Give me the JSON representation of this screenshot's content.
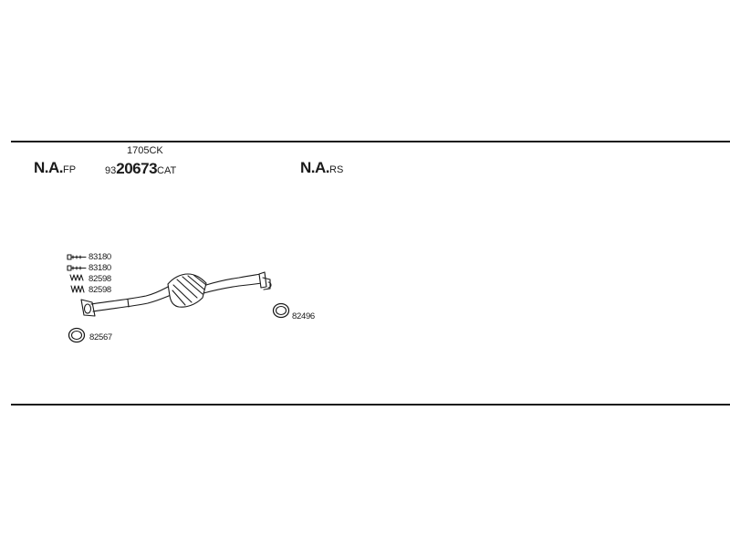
{
  "sections": {
    "front_label_main": "N.A.",
    "front_label_suffix": "FP",
    "rear_label_main": "N.A.",
    "rear_label_suffix": "RS"
  },
  "catalyst": {
    "mount_code": "1705CK",
    "part_prefix": "93",
    "part_number": "20673",
    "part_suffix": "CAT"
  },
  "parts": {
    "bolt_1": "83180",
    "bolt_2": "83180",
    "spring_1": "82598",
    "spring_2": "82598",
    "ring_front": "82567",
    "ring_rear": "82496"
  },
  "colors": {
    "line": "#1a1a1a",
    "background": "#ffffff"
  }
}
